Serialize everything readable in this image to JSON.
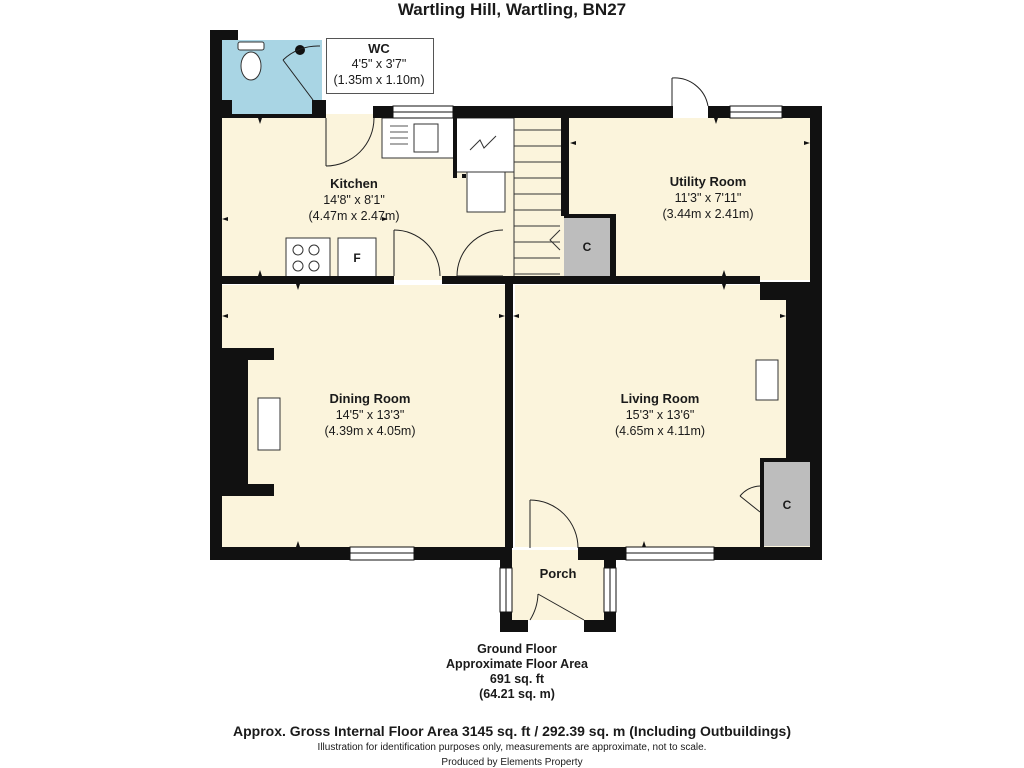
{
  "title": "Wartling Hill, Wartling, BN27",
  "rooms": {
    "wc": {
      "name": "WC",
      "dim_imperial": "4'5\" x 3'7\"",
      "dim_metric": "(1.35m x 1.10m)"
    },
    "kitchen": {
      "name": "Kitchen",
      "dim_imperial": "14'8\" x 8'1\"",
      "dim_metric": "(4.47m x 2.47m)"
    },
    "utility": {
      "name": "Utility Room",
      "dim_imperial": "11'3\" x 7'11\"",
      "dim_metric": "(3.44m x 2.41m)"
    },
    "dining": {
      "name": "Dining Room",
      "dim_imperial": "14'5\" x 13'3\"",
      "dim_metric": "(4.39m x 4.05m)"
    },
    "living": {
      "name": "Living Room",
      "dim_imperial": "15'3\" x 13'6\"",
      "dim_metric": "(4.65m x 4.11m)"
    },
    "porch": {
      "name": "Porch"
    }
  },
  "cupboard_label": "C",
  "fridge_label": "F",
  "ground_floor": {
    "label": "Ground Floor",
    "area_label": "Approximate Floor Area",
    "sq_ft": "691 sq. ft",
    "sq_m": "(64.21 sq. m)"
  },
  "footer": {
    "gross_area": "Approx. Gross Internal Floor Area 3145 sq. ft / 292.39 sq. m (Including Outbuildings)",
    "disclaimer": "Illustration for identification purposes only, measurements are approximate, not to scale.",
    "producer": "Produced by Elements Property"
  },
  "colors": {
    "wall": "#111111",
    "room_fill": "#fbf4dc",
    "wc_fill": "#a9d5e4",
    "cupboard_fill": "#bdbdbd"
  }
}
